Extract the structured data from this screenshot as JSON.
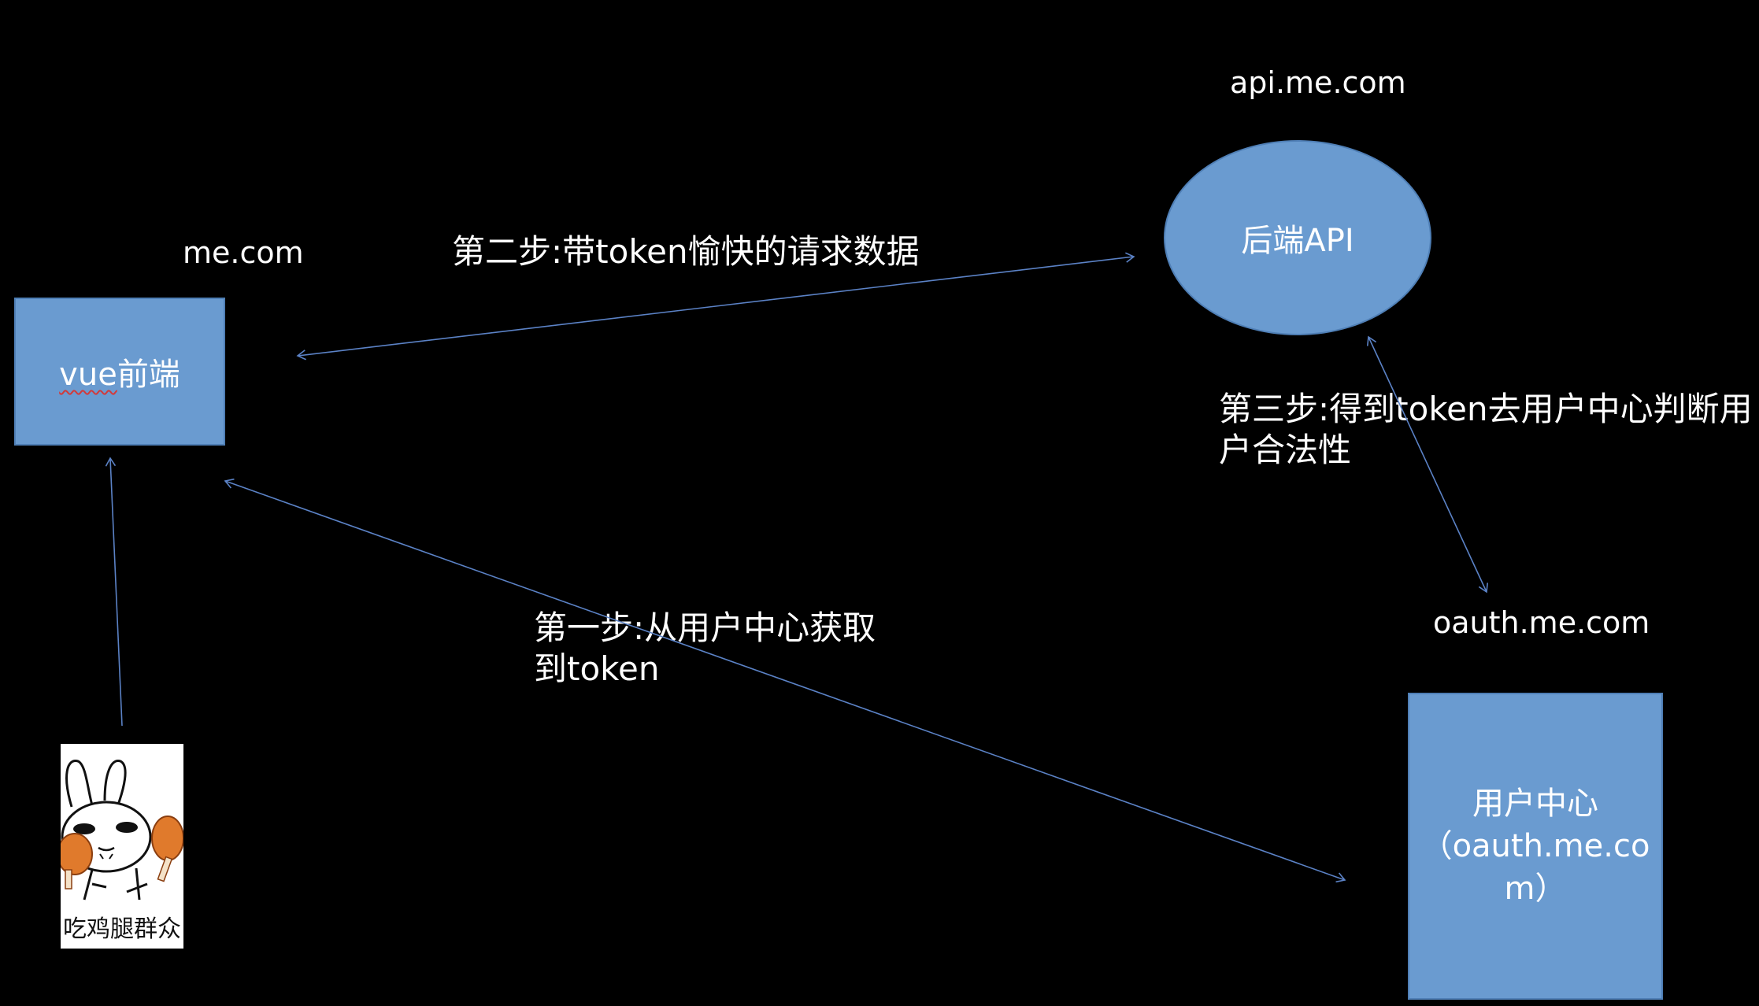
{
  "colors": {
    "background": "#000000",
    "node_fill": "#6a9bd0",
    "node_border": "#4f7fb6",
    "arrow": "#5b82c6",
    "text": "#ffffff",
    "spellcheck_underline": "#d23a3a"
  },
  "domains": {
    "frontend": "me.com",
    "backend": "api.me.com",
    "auth": "oauth.me.com"
  },
  "nodes": {
    "frontend": {
      "word": "vue",
      "suffix": "前端"
    },
    "backend": {
      "label": "后端API"
    },
    "user_center": {
      "label": "用户中心\n（oauth.me.co\nm）"
    }
  },
  "steps": {
    "step1": {
      "line1": "第一步:从用户中心获取",
      "line2": "到token"
    },
    "step2": {
      "text": "第二步:带token愉快的请求数据"
    },
    "step3": {
      "line1": "第三步:得到token去用户中心判断用",
      "line2": "户合法性"
    }
  },
  "mascot": {
    "caption": "吃鸡腿群众",
    "icon": "rabbit-eating-drumstick"
  }
}
